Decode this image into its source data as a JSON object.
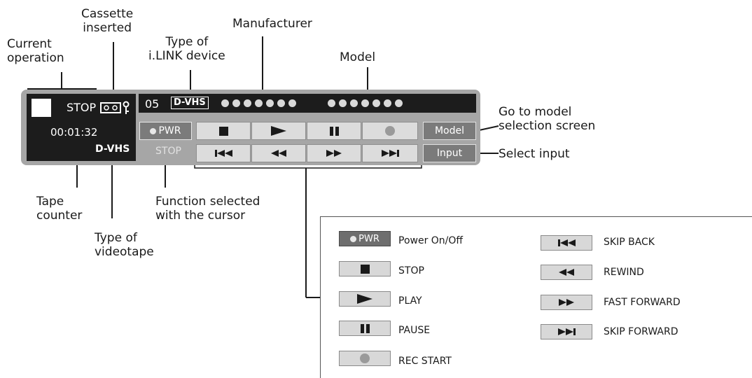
{
  "callouts": {
    "current_operation": [
      "Current",
      "operation"
    ],
    "cassette_inserted": [
      "Cassette",
      "inserted"
    ],
    "ilink_type": [
      "Type of",
      "i.LINK device"
    ],
    "manufacturer": "Manufacturer",
    "model": "Model",
    "model_selection": [
      "Go to model",
      "selection screen"
    ],
    "select_input": "Select input",
    "tape_counter": [
      "Tape",
      "counter"
    ],
    "videotape_type": [
      "Type of",
      "videotape"
    ],
    "function_selected": [
      "Function selected",
      "with the cursor"
    ]
  },
  "panel": {
    "status": "STOP",
    "counter": "00:01:32",
    "tape_type": "D-VHS",
    "channel": "05",
    "device_type": "D-VHS",
    "selected_function": "STOP",
    "pwr_label": "PWR",
    "model_button": "Model",
    "input_button": "Input",
    "manufacturer_dots": 7,
    "model_dots": 7
  },
  "legend": [
    {
      "icon": "pwr-icon",
      "button": "PWR",
      "label": "Power On/Off"
    },
    {
      "icon": "stop-icon",
      "label": "STOP"
    },
    {
      "icon": "play-icon",
      "label": "PLAY"
    },
    {
      "icon": "pause-icon",
      "label": "PAUSE"
    },
    {
      "icon": "rec-icon",
      "label": "REC START"
    },
    {
      "icon": "skip-back-icon",
      "label": "SKIP BACK"
    },
    {
      "icon": "rewind-icon",
      "label": "REWIND"
    },
    {
      "icon": "fast-forward-icon",
      "label": "FAST FORWARD"
    },
    {
      "icon": "skip-forward-icon",
      "label": "SKIP FORWARD"
    }
  ],
  "colors": {
    "panel_bg": "#a6a6a6",
    "panel_dark": "#1c1c1c",
    "button": "#dcdcdc",
    "button_dark": "#7b7b7b"
  }
}
